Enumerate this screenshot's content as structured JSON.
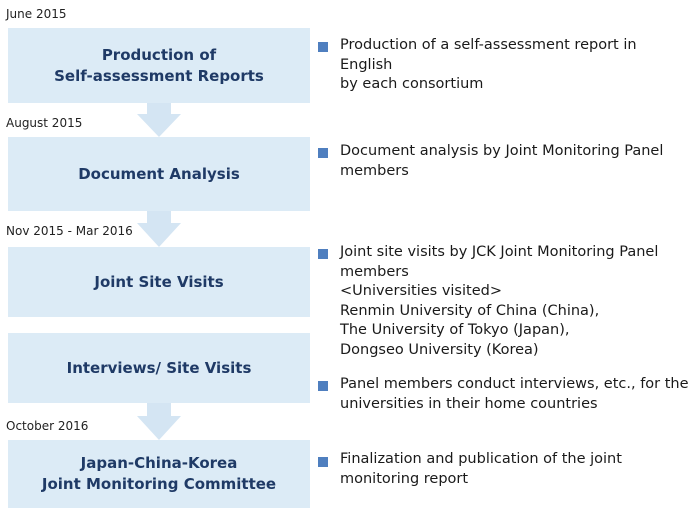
{
  "stages": [
    {
      "date": "June 2015",
      "lines": [
        "Production of",
        "Self-assessment Reports"
      ]
    },
    {
      "date": "August 2015",
      "lines": [
        "Document Analysis"
      ]
    },
    {
      "date": "Nov 2015 - Mar 2016",
      "lines": [
        "Joint Site Visits"
      ]
    },
    {
      "lines": [
        "Interviews/ Site Visits"
      ]
    },
    {
      "date": "October 2016",
      "lines": [
        "Japan-China-Korea",
        "Joint Monitoring Committee"
      ]
    }
  ],
  "descriptions": [
    {
      "lines": [
        "Production of a self-assessment report in English",
        "by each consortium"
      ]
    },
    {
      "lines": [
        "Document analysis by Joint Monitoring Panel",
        "members"
      ]
    },
    {
      "lines": [
        "Joint site visits by JCK Joint Monitoring Panel",
        "members",
        " <Universities visited>",
        " Renmin University of China (China),",
        " The University of Tokyo (Japan),",
        " Dongseo University (Korea)"
      ]
    },
    {
      "lines": [
        "Panel members conduct interviews, etc., for the",
        "universities in their home countries"
      ]
    },
    {
      "lines": [
        "Finalization and publication of the joint",
        "monitoring report"
      ]
    }
  ],
  "colors": {
    "box_fill": "#dcebf6",
    "box_text": "#1f3a66",
    "bullet": "#4f7fbf",
    "arrow": "#d4e5f3"
  }
}
